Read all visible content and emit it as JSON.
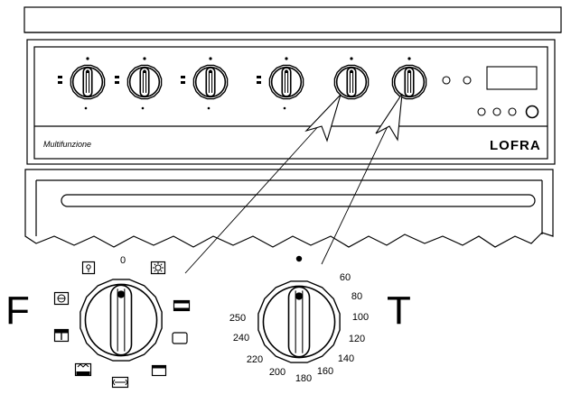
{
  "brand": "LOFRA",
  "script_label": "Multifunzione",
  "function_knob": {
    "letter": "F",
    "zero_label": "0",
    "symbols": [
      "lamp-icon",
      "fan-icon",
      "defrost-icon",
      "grill-icon",
      "fan-grill-icon",
      "bottom-heat-icon",
      "top-heat-icon",
      "top-bottom-heat-icon",
      "rotisserie-icon"
    ]
  },
  "temperature_knob": {
    "letter": "T",
    "scale": [
      "60",
      "80",
      "100",
      "120",
      "140",
      "160",
      "180",
      "200",
      "220",
      "240",
      "250"
    ]
  },
  "colors": {
    "line": "#000000",
    "background": "#ffffff"
  }
}
